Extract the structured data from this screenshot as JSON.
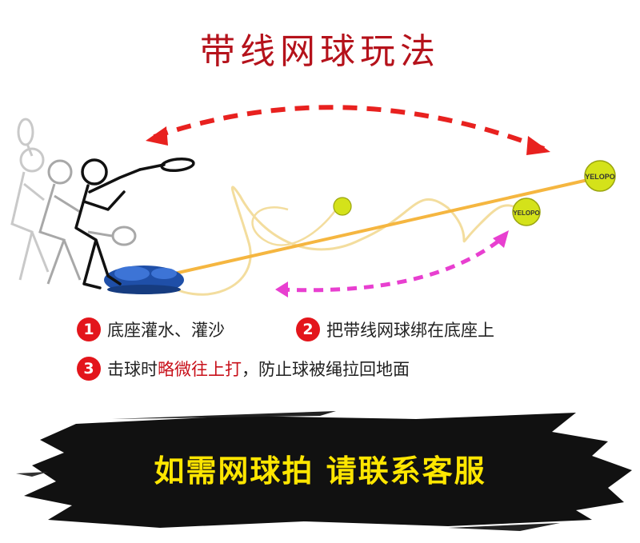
{
  "title": "带线网球玩法",
  "steps": [
    {
      "num": "1",
      "text": "底座灌水、灌沙"
    },
    {
      "num": "2",
      "text": "把带线网球绑在底座上"
    },
    {
      "num": "3",
      "text_before": "击球时",
      "highlight": "略微往上打",
      "text_after": "，防止球被绳拉回地面"
    }
  ],
  "ball_logo": "YELOPO",
  "banner": "如需网球拍 请联系客服",
  "colors": {
    "title": "#b5121b",
    "badge": "#e3151b",
    "highlight": "#c8101a",
    "arrow_top": "#e8211f",
    "arrow_bottom": "#e83fd0",
    "banner_text": "#ffe600",
    "rope": "#f5b640",
    "base": "#1f4fa8"
  }
}
